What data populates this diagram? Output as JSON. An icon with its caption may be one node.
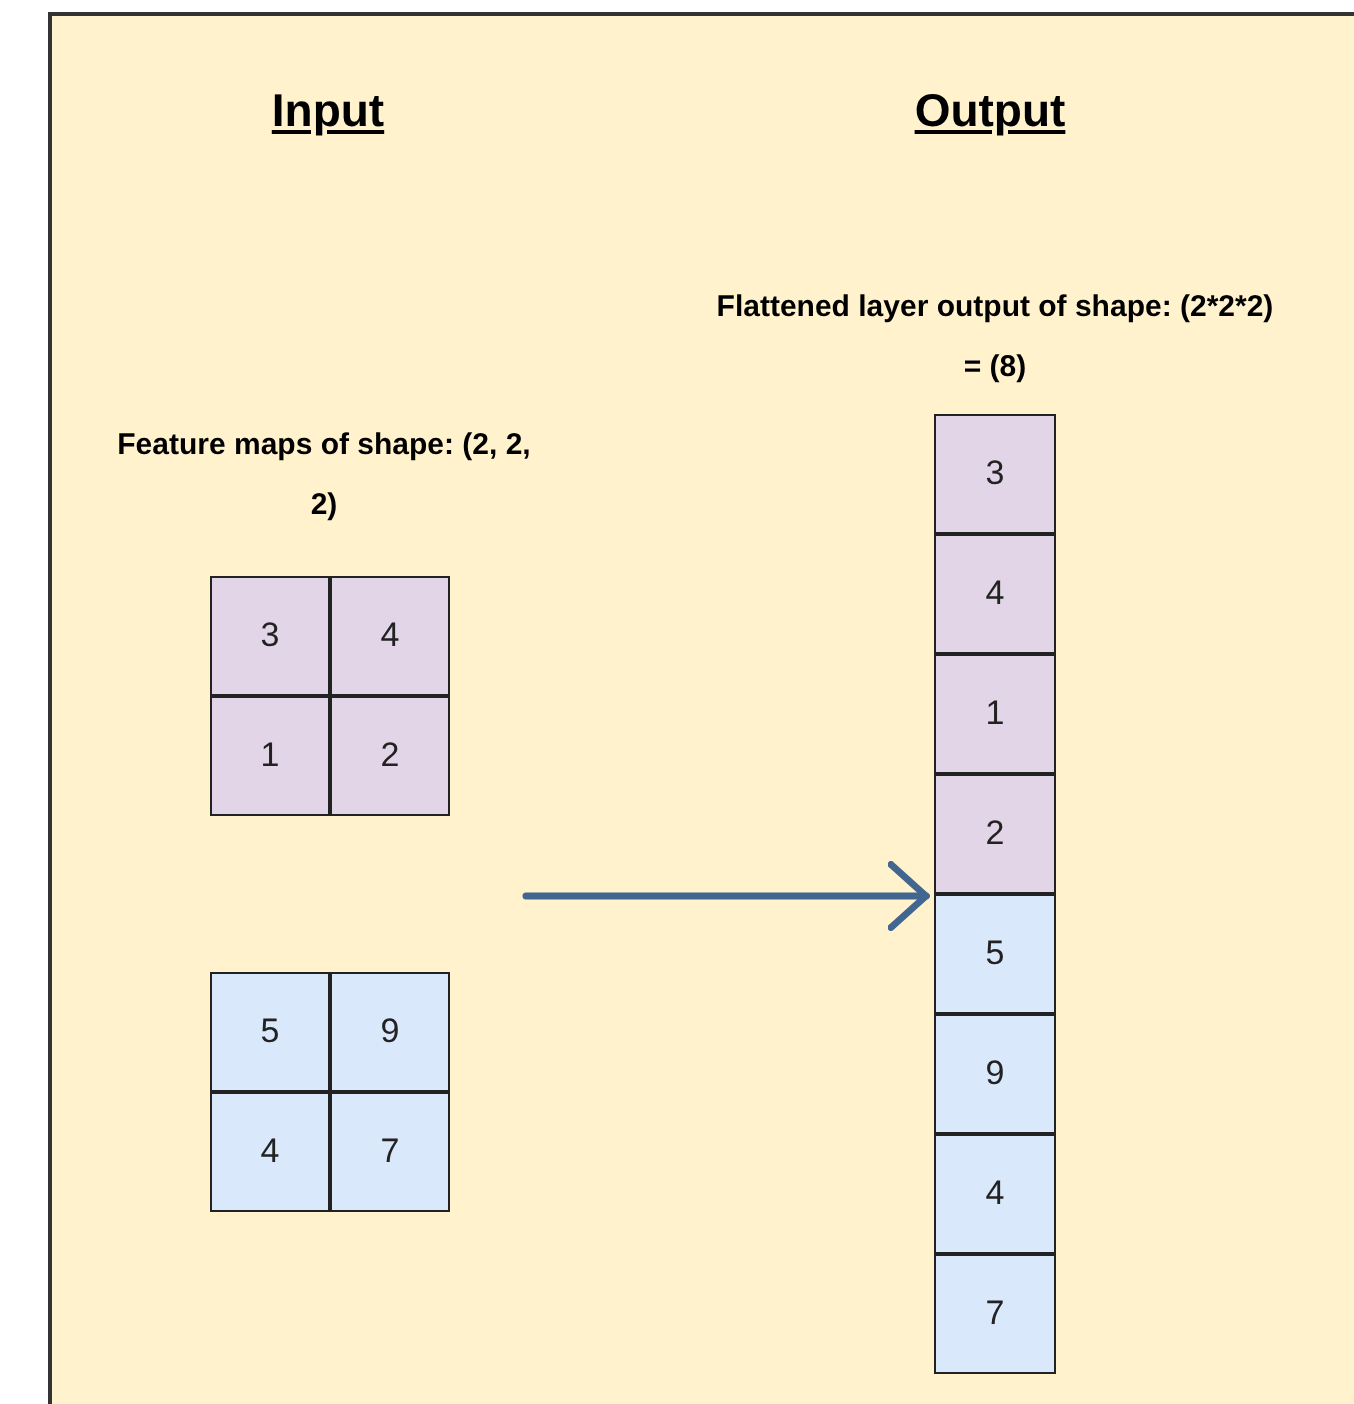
{
  "diagram": {
    "nodes": [
      {
        "text": [
          "3"
        ]
      },
      {
        "text": [
          "4"
        ]
      },
      {
        "text": [
          "1"
        ]
      },
      {
        "text": [
          "2"
        ]
      },
      {
        "text": [
          "5"
        ]
      },
      {
        "text": [
          "9"
        ]
      },
      {
        "text": [
          "4"
        ]
      },
      {
        "text": [
          "7"
        ]
      },
      {
        "text": [
          "Flattened layer output of shape: (2*2*2) = (8)"
        ]
      },
      {
        "text": [
          "3"
        ],
        "in": 8
      },
      {
        "text": [
          "4"
        ],
        "in": 8
      },
      {
        "text": [
          "1"
        ],
        "in": 8
      },
      {
        "text": [
          "2"
        ],
        "in": 8
      },
      {
        "text": [
          "5"
        ],
        "in": 8
      },
      {
        "text": [
          "9"
        ],
        "in": 8
      },
      {
        "text": [
          "4"
        ],
        "in": 8
      },
      {
        "text": [
          "7"
        ],
        "in": 8
      }
    ],
    "edges": [
      {
        "from": null,
        "to": 8,
        "arrow": "to"
      }
    ],
    "labels": [
      "Input",
      "Output",
      "Feature maps of shape: (2, 2, 2)"
    ]
  }
}
